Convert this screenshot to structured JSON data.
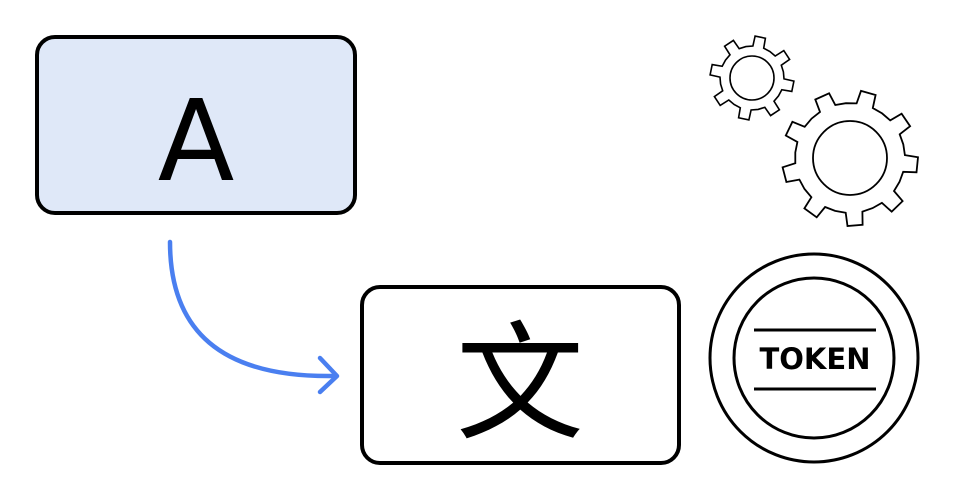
{
  "source_box": {
    "letter": "A",
    "fill": "#dfe8f8"
  },
  "target_box": {
    "character": "文",
    "fill": "#ffffff"
  },
  "arrow": {
    "color": "#4a7ff0"
  },
  "token": {
    "label": "TOKEN"
  },
  "icons": [
    "gear-small-icon",
    "gear-large-icon",
    "token-coin-icon",
    "curved-arrow-icon"
  ]
}
